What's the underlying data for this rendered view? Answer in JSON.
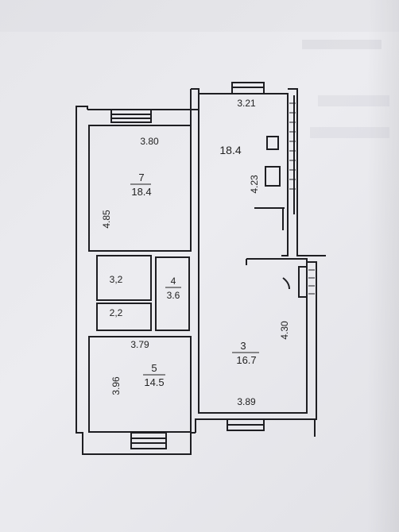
{
  "plan": {
    "kitchen": {
      "length": "3.21",
      "area": "18.4",
      "width": "4.23"
    },
    "room7": {
      "number": "7",
      "length": "3.80",
      "area": "18.4",
      "width": "4.85"
    },
    "room_32": {
      "label": "3,2"
    },
    "room_22": {
      "label": "2,2"
    },
    "room4": {
      "number": "4",
      "area": "3.6"
    },
    "room5": {
      "number": "5",
      "length": "3.79",
      "area": "14.5",
      "width": "3.96"
    },
    "room3": {
      "number": "3",
      "area": "16.7",
      "length": "3.89",
      "width": "4.30"
    }
  },
  "colors": {
    "wall": "#1e1e22",
    "paper": "#e8e8ec"
  }
}
